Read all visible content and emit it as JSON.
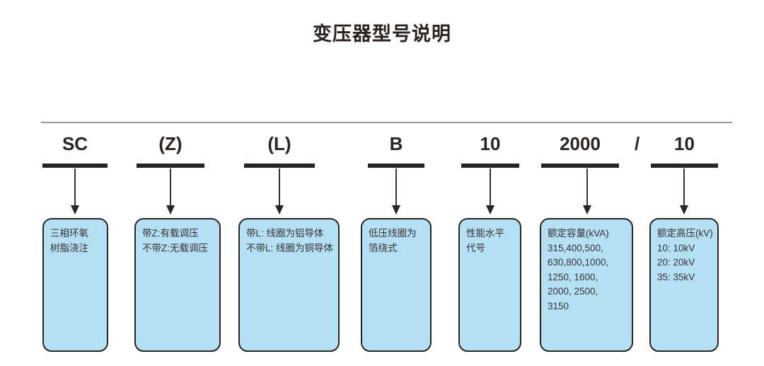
{
  "title": "变压器型号说明",
  "diagram": {
    "type": "model-code-breakdown",
    "separator": "/",
    "segments": [
      {
        "code": "SC",
        "lines": [
          "三相环氧",
          "树脂浇注"
        ]
      },
      {
        "code": "(Z)",
        "lines": [
          "带Z:有载调压",
          "不带Z:无载调压"
        ]
      },
      {
        "code": "(L)",
        "lines": [
          "带L: 线圈为铝导体",
          "不带L: 线圈为铜导体"
        ]
      },
      {
        "code": "B",
        "lines": [
          "低压线圈为",
          "箔绕式"
        ]
      },
      {
        "code": "10",
        "lines": [
          "性能水平",
          "代号"
        ]
      },
      {
        "code": "2000",
        "lines": [
          "额定容量(kVA)",
          "315,400,500,",
          "630,800,1000,",
          "1250, 1600,",
          "2000, 2500,",
          "3150"
        ]
      },
      {
        "code": "10",
        "lines": [
          "额定高压(kV)",
          "10: 10kV",
          "20: 20kV",
          "35: 35kV"
        ]
      }
    ]
  },
  "colors": {
    "box_fill": "#b3e0f5",
    "box_border": "#2b2320",
    "text": "#2b2320",
    "rule": "#9e9a99"
  }
}
